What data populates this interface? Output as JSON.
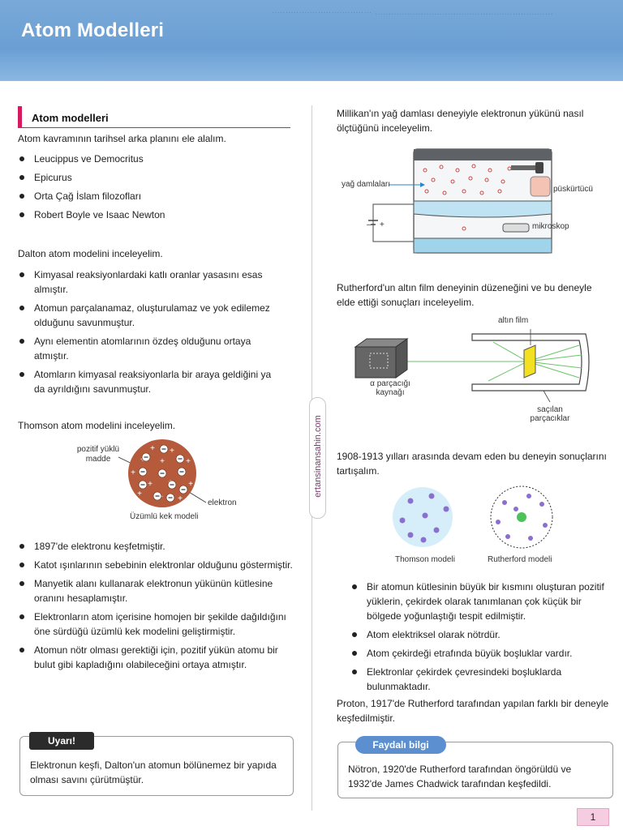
{
  "header": {
    "title": "Atom Modelleri"
  },
  "left": {
    "section_title": "Atom modelleri",
    "intro": "Atom kavramının tarihsel arka planını ele alalım.",
    "history_items": [
      "Leucippus ve Democritus",
      "Epicurus",
      "Orta Çağ İslam filozofları",
      "Robert Boyle ve Isaac Newton"
    ],
    "dalton_intro": "Dalton atom modelini inceleyelim.",
    "dalton_items": [
      "Kimyasal reaksiyonlardaki katlı oranlar yasasını esas almıştır.",
      "Atomun parçalanamaz, oluşturulamaz ve yok edilemez olduğunu savunmuştur.",
      "Aynı elementin atomlarının özdeş olduğunu ortaya atmıştır.",
      "Atomların kimyasal reaksiyonlarla bir araya geldiğini ya da ayrıldığını savunmuştur."
    ],
    "thomson_intro": "Thomson atom modelini inceleyelim.",
    "thomson_fig": {
      "label_positive": "pozitif yüklü madde",
      "label_electron": "elektron",
      "caption": "Üzümlü kek modeli"
    },
    "thomson_items": [
      "1897'de elektronu keşfetmiştir.",
      "Katot ışınlarının sebebinin elektronlar olduğunu göstermiştir.",
      "Manyetik alanı kullanarak elektronun yükünün kütlesine oranını hesaplamıştır.",
      "Elektronların atom içerisine homojen bir şekilde dağıldığını öne sürdüğü üzümlü kek modelini geliştirmiştir.",
      "Atomun nötr olması gerektiği için, pozitif yükün atomu bir bulut gibi kapladığını olabileceğini ortaya atmıştır."
    ],
    "warning": {
      "tag": "Uyarı!",
      "text": "Elektronun keşfi, Dalton'un atomun bölünemez bir yapıda olması savını çürütmüştür."
    }
  },
  "side_url": "ertansinansahin.com",
  "right": {
    "millikan_intro": "Millikan'ın yağ damlası deneyiyle elektronun yükünü nasıl ölçtüğünü inceleyelim.",
    "millikan_fig": {
      "label_drops": "yağ damlaları",
      "label_sprayer": "püskürtücü",
      "label_microscope": "mikroskop",
      "label_minus": "–",
      "label_plus": "+"
    },
    "rutherford_intro": "Rutherford'un altın film deneyinin düzeneğini ve bu deneyle elde ettiği sonuçları inceleyelim.",
    "rutherford_fig": {
      "label_film": "altın film",
      "label_source": "α parçacığı kaynağı",
      "label_scattered": "saçılan parçacıklar"
    },
    "discuss_intro": "1908-1913 yılları arasında devam eden bu deneyin sonuçlarını tartışalım.",
    "models_fig": {
      "label_thomson": "Thomson modeli",
      "label_rutherford": "Rutherford modeli"
    },
    "results_items": [
      "Bir atomun kütlesinin büyük bir kısmını oluşturan pozitif yüklerin, çekirdek olarak tanımlanan çok küçük bir bölgede yoğunlaştığı tespit edilmiştir.",
      "Atom elektriksel olarak nötrdür.",
      "Atom çekirdeği etrafında büyük boşluklar vardır.",
      "Elektronlar çekirdek çevresindeki boşluklarda bulunmaktadır."
    ],
    "proton_note": "Proton, 1917'de Rutherford tarafından yapılan farklı bir deneyle keşfedilmiştir.",
    "info": {
      "tag": "Faydalı bilgi",
      "text": "Nötron, 1920'de Rutherford tarafından öngörüldü ve 1932'de James Chadwick tarafından keşfedildi."
    }
  },
  "footer": {
    "page_number": "1"
  },
  "colors": {
    "banner": "#6b9fd4",
    "accent_pink": "#d71a5d",
    "warning_tag": "#2b2b2b",
    "info_tag": "#5b8fd0",
    "pudding": "#b65a3c",
    "electron_purple": "#8a6fcf",
    "nucleus_green": "#4cc25a"
  }
}
